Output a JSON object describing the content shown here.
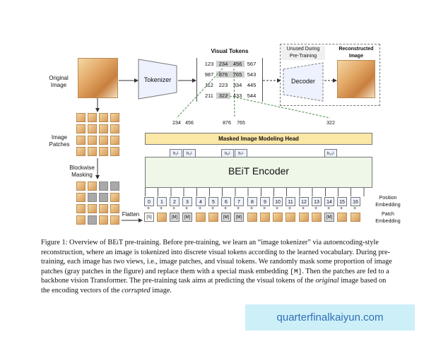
{
  "figure": {
    "original_image_label": "Original\nImage",
    "image_patches_label": "Image\nPatches",
    "blockwise_masking_label": "Blockwise\nMasking",
    "flatten_label": "Flatten",
    "tokenizer_label": "Tokenizer",
    "visual_tokens_title": "Visual Tokens",
    "visual_tokens": [
      [
        "123",
        "234",
        "456",
        "567"
      ],
      [
        "987",
        "876",
        "765",
        "543"
      ],
      [
        "112",
        "223",
        "334",
        "445"
      ],
      [
        "211",
        "322",
        "433",
        "544"
      ]
    ],
    "unused_label": "Unused During\nPre-Training",
    "decoder_label": "Decoder",
    "reconstructed_label": "Reconstructed\nImage",
    "predicted_tokens": [
      "234",
      "456",
      "876",
      "765",
      "322"
    ],
    "mim_head_label": "Masked Image Modeling Head",
    "h_labels": [
      "h₂ᴸ",
      "h₃ᴸ",
      "h₆ᴸ",
      "h₇ᴸ",
      "h₁₄ᴸ"
    ],
    "encoder_label": "BEiT Encoder",
    "positions": [
      "0",
      "1",
      "2",
      "3",
      "4",
      "5",
      "6",
      "7",
      "8",
      "9",
      "10",
      "11",
      "12",
      "13",
      "14",
      "15",
      "16"
    ],
    "position_embedding_label": "Position\nEmbedding",
    "patch_embedding_label": "Patch\nEmbedding",
    "cls_token": "[S]",
    "mask_token": "[M]",
    "plus": "+",
    "star": "*"
  },
  "caption": {
    "fig_label": "Figure 1:",
    "text_a": " Overview of BE",
    "text_i": "i",
    "text_b": "T pre-training. Before pre-training, we learn an “image tokenizer” via autoencoding-style reconstruction, where an image is tokenized into discrete visual tokens according to the learned vocabulary. During pre-training, each image has two views, i.e., image patches, and visual tokens. We randomly mask some proportion of image patches (gray patches in the figure) and replace them with a special mask embedding ",
    "mask_code": "[M]",
    "text_c": ". Then the patches are fed to a backbone vision Transformer. The pre-training task aims at predicting the visual tokens of the ",
    "original_word": "original",
    "text_d": " image based on the encoding vectors of the ",
    "corrupted_word": "corrupted",
    "text_e": " image."
  },
  "watermark": "quarterfinalkaiyun.com"
}
